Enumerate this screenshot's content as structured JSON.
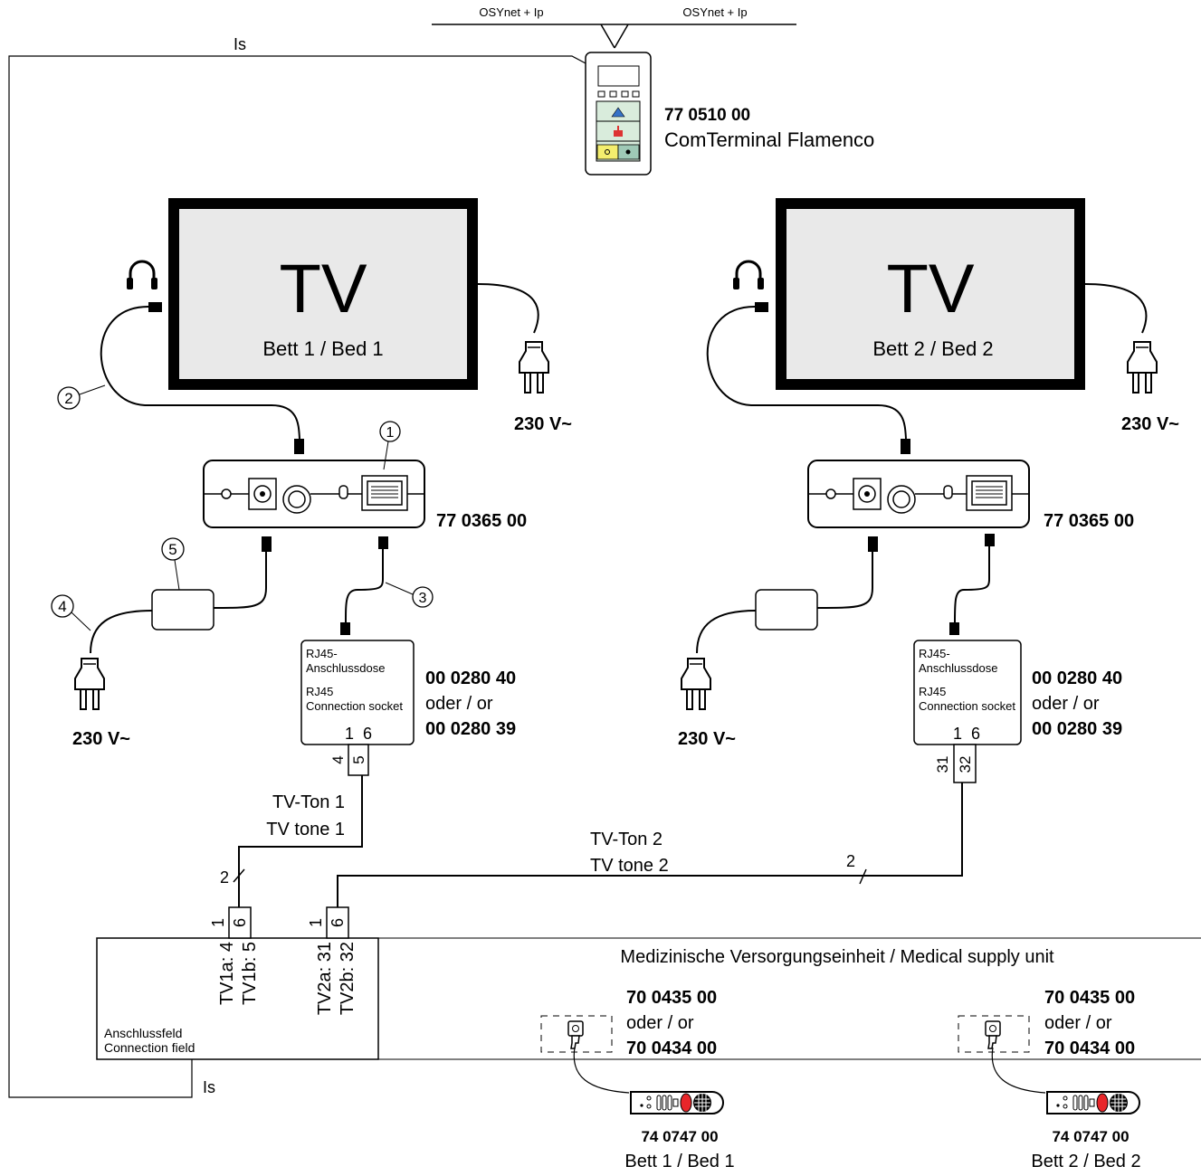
{
  "network": {
    "left": "OSYnet + Ip",
    "right": "OSYnet + Ip"
  },
  "is_label": "Is",
  "terminal": {
    "part": "77 0510 00",
    "name": "ComTerminal Flamenco"
  },
  "beds": [
    {
      "tv": "TV",
      "tv_caption": "Bett 1 / Bed 1",
      "tv_power": "230 V~",
      "adapter_part": "77 0365 00",
      "psu_power": "230 V~",
      "socket": {
        "line1": "RJ45-",
        "line2": "Anschlussdose",
        "line3": "RJ45",
        "line4": "Connection socket",
        "pins": "1  6",
        "part1": "00 0280 40",
        "or": "oder / or",
        "part2": "00 0280 39",
        "term_a": "4",
        "term_b": "5"
      },
      "tone": {
        "de": "TV-Ton 1",
        "en": "TV tone 1",
        "wires": "2"
      }
    },
    {
      "tv": "TV",
      "tv_caption": "Bett 2 / Bed 2",
      "tv_power": "230 V~",
      "adapter_part": "77 0365 00",
      "psu_power": "230 V~",
      "socket": {
        "line1": "RJ45-",
        "line2": "Anschlussdose",
        "line3": "RJ45",
        "line4": "Connection socket",
        "pins": "1  6",
        "part1": "00 0280 40",
        "or": "oder / or",
        "part2": "00 0280 39",
        "term_a": "31",
        "term_b": "32"
      },
      "tone": {
        "de": "TV-Ton 2",
        "en": "TV tone 2",
        "wires": "2"
      }
    }
  ],
  "callouts": [
    "1",
    "2",
    "3",
    "4",
    "5"
  ],
  "connection_field": {
    "label1": "Anschlussfeld",
    "label2": "Connection field",
    "tv1a": "TV1a: 4",
    "tv1b": "TV1b: 5",
    "tv2a": "TV2a: 31",
    "tv2b": "TV2b: 32",
    "term1": "1",
    "term6": "6"
  },
  "supply_unit": {
    "title": "Medizinische Versorgungseinheit / Medical supply unit",
    "units": [
      {
        "part1": "70 0435 00",
        "or": "oder / or",
        "part2": "70 0434 00",
        "handset_part": "74 0747 00",
        "bed": "Bett 1 / Bed 1"
      },
      {
        "part1": "70 0435 00",
        "or": "oder / or",
        "part2": "70 0434 00",
        "handset_part": "74 0747 00",
        "bed": "Bett 2 / Bed 2"
      }
    ]
  }
}
